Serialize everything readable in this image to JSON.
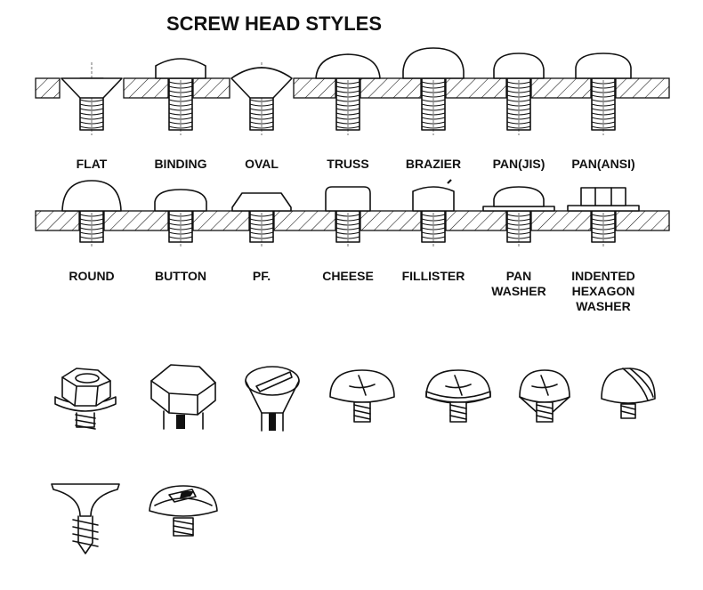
{
  "title": "SCREW HEAD STYLES",
  "row1": [
    {
      "label": "FLAT",
      "head": "flat"
    },
    {
      "label": "BINDING",
      "head": "binding"
    },
    {
      "label": "OVAL",
      "head": "oval"
    },
    {
      "label": "TRUSS",
      "head": "truss"
    },
    {
      "label": "BRAZIER",
      "head": "brazier"
    },
    {
      "label": "PAN(JIS)",
      "head": "pan-jis"
    },
    {
      "label": "PAN(ANSI)",
      "head": "pan-ansi"
    }
  ],
  "row2": [
    {
      "label": [
        "ROUND"
      ],
      "head": "round"
    },
    {
      "label": [
        "BUTTON"
      ],
      "head": "button"
    },
    {
      "label": [
        "PF."
      ],
      "head": "pf"
    },
    {
      "label": [
        "CHEESE"
      ],
      "head": "cheese"
    },
    {
      "label": [
        "FILLISTER"
      ],
      "head": "fillister"
    },
    {
      "label": [
        "PAN",
        "WASHER"
      ],
      "head": "pan-washer"
    },
    {
      "label": [
        "INDENTED",
        "HEXAGON",
        "WASHER"
      ],
      "head": "indented-hex-washer"
    }
  ],
  "illustrations": [
    {
      "icon": "hex-washer-screw-icon"
    },
    {
      "icon": "hex-bolt-icon"
    },
    {
      "icon": "slotted-flat-head-icon"
    },
    {
      "icon": "phillips-truss-head-icon"
    },
    {
      "icon": "phillips-pan-washer-head-icon"
    },
    {
      "icon": "phillips-oval-head-icon"
    },
    {
      "icon": "slotted-round-head-icon"
    },
    {
      "icon": "bugle-head-screw-icon"
    },
    {
      "icon": "one-way-slot-head-icon"
    }
  ]
}
